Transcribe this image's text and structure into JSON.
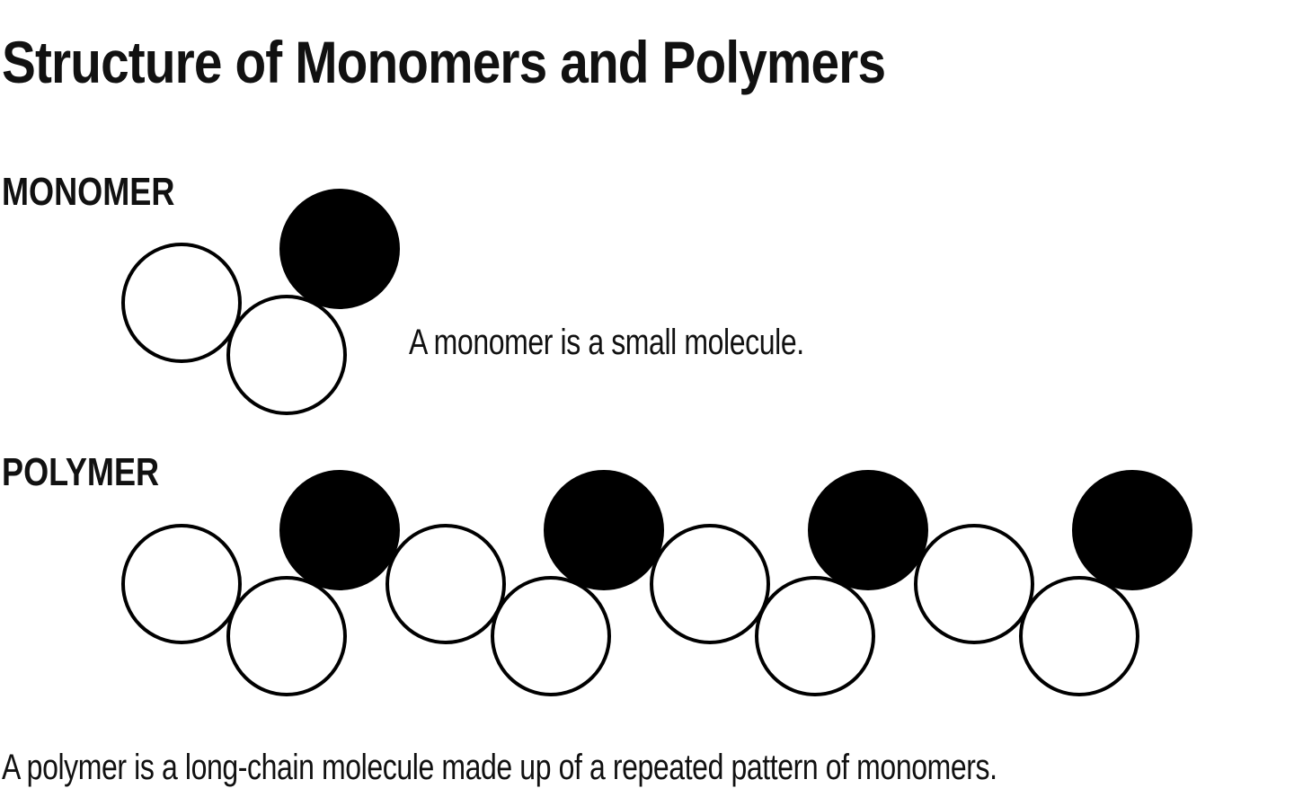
{
  "title": "Structure of Monomers and Polymers",
  "monomer": {
    "label": "MONOMER",
    "caption": "A monomer is a small molecule.",
    "atoms": [
      "white",
      "white",
      "black"
    ]
  },
  "polymer": {
    "label": "POLYMER",
    "caption": "A polymer is a long-chain molecule made up of a repeated pattern of monomers.",
    "units": 4,
    "atoms_per_unit": [
      "white",
      "white",
      "black"
    ]
  },
  "colors": {
    "filled_atom": "#000000",
    "empty_atom": "#ffffff",
    "outline": "#000000",
    "text": "#111111"
  }
}
